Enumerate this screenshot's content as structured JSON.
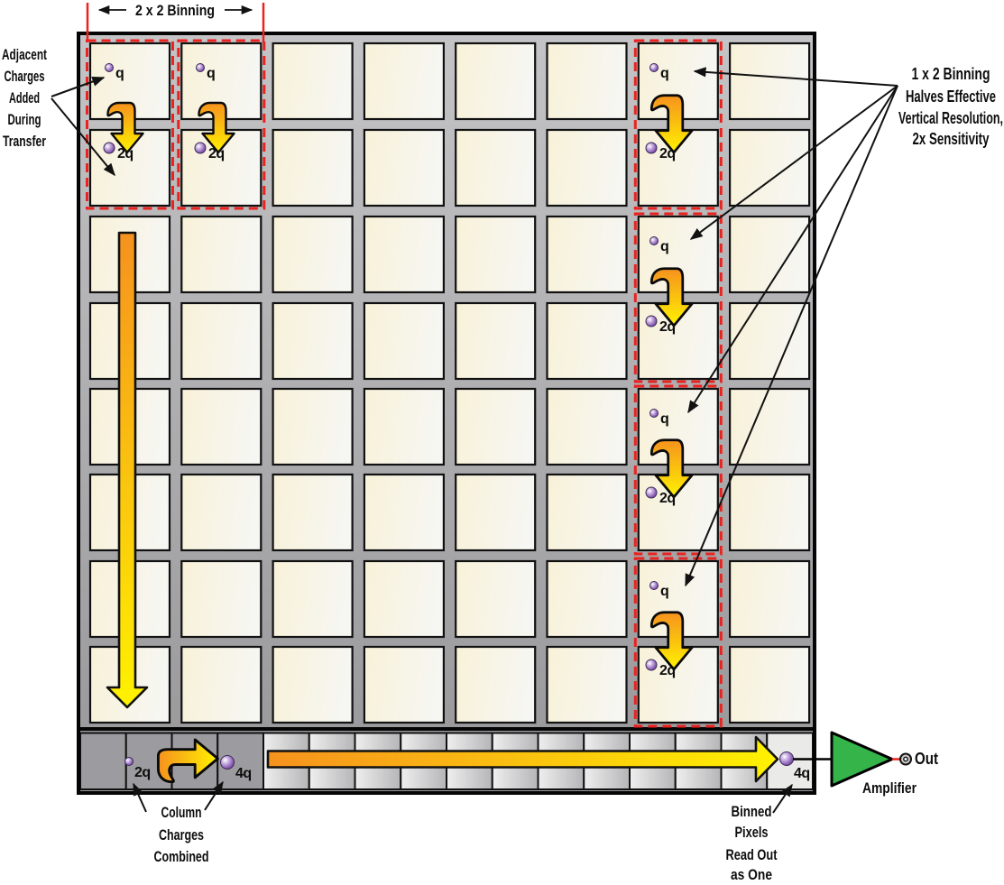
{
  "top_measure": {
    "label": "2 x 2 Binning"
  },
  "notes": {
    "adjacent": {
      "lines": [
        "Adjacent",
        "Charges",
        "Added",
        "During",
        "Transfer"
      ]
    },
    "one_by_two": {
      "lines": [
        "1 x 2 Binning",
        "Halves Effective",
        "Vertical Resolution,",
        "2x Sensitivity"
      ]
    },
    "column_combined": {
      "lines": [
        "Column",
        "Charges",
        "Combined"
      ]
    },
    "binned_readout": {
      "lines": [
        "Binned",
        "Pixels",
        "Read Out",
        "as One"
      ]
    }
  },
  "charges": {
    "single": "q",
    "double": "2q",
    "quad": "4q"
  },
  "amplifier": {
    "label": "Amplifier",
    "output_label": "Out"
  },
  "grid": {
    "columns": 8,
    "rows": 8,
    "register_cells": 16,
    "register_dark_cells": 4,
    "binned_2x2_region": "columns 1-2, rows 1-2",
    "binned_1x2_column": 7,
    "binned_1x2_pairs": 4
  },
  "colors": {
    "accent_red": "#e9231f",
    "arrow_orange": "#f6921e",
    "arrow_yellow": "#fff200",
    "amplifier_green": "#35b44a",
    "charge_purple": "#7a4da8",
    "grid_gray": "#a9a9ac",
    "register_gray": "#9c9ca0",
    "cell_cream": "#f8f1d8"
  }
}
